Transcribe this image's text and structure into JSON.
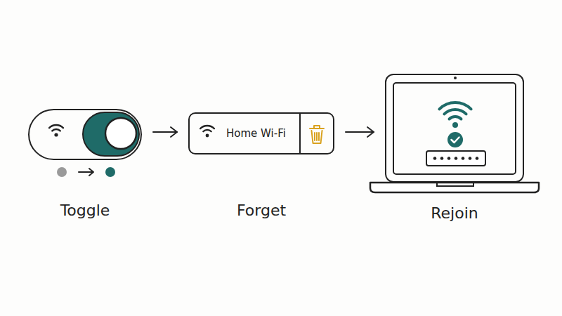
{
  "diagram": {
    "nodes": [
      {
        "text": [
          "Toggle"
        ]
      },
      {
        "text": [
          "Home Wi-Fi",
          "Forget"
        ]
      },
      {
        "text": [
          "Rejoin"
        ]
      }
    ],
    "edges": [
      {
        "from": 0,
        "to": 1,
        "arrow": "to"
      },
      {
        "from": 1,
        "to": 2,
        "arrow": "to"
      }
    ]
  }
}
